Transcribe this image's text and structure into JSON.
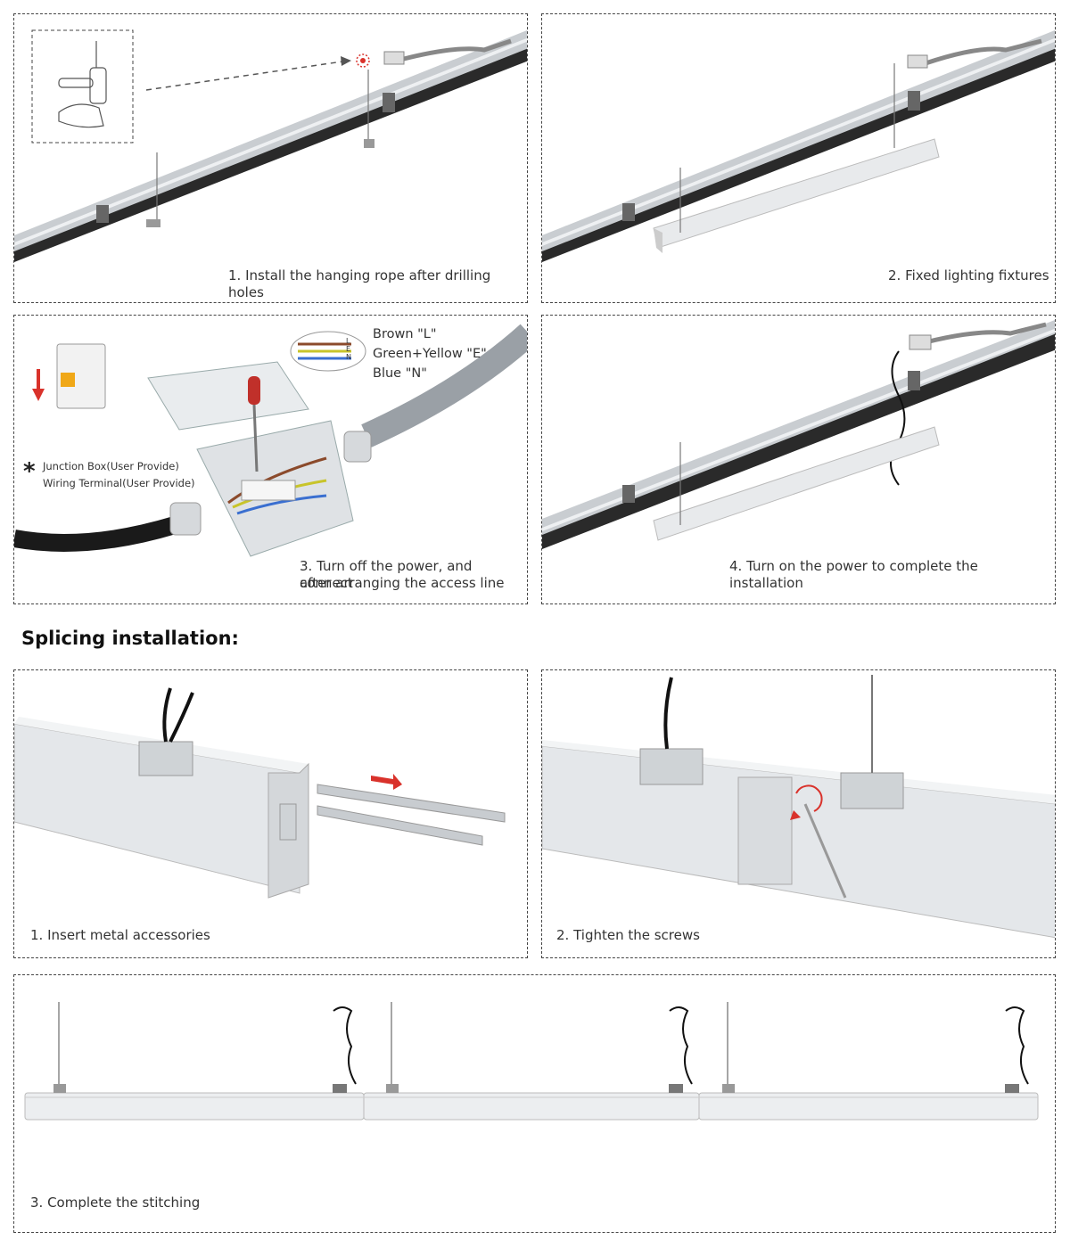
{
  "standard_install": {
    "step1_caption": "1. Install the hanging rope after drilling holes",
    "step2_caption": "2. Fixed lighting fixtures",
    "step3_caption_line1": "3. Turn off the power, and connect",
    "step3_caption_line2": "after arranging the access line",
    "step4_caption": "4. Turn on the power to complete the installation",
    "wiring": {
      "brown": "Brown \"L\"",
      "green_yellow": "Green+Yellow \"E\"",
      "blue": "Blue \"N\"",
      "terminal_letters": [
        "L",
        "E",
        "N"
      ]
    },
    "notes": {
      "asterisk": "*",
      "junction_box": "Junction Box(User Provide)",
      "wiring_terminal": "Wiring Terminal(User Provide)"
    }
  },
  "splicing": {
    "heading": "Splicing installation:",
    "step1_caption": "1. Insert metal accessories",
    "step2_caption": "2. Tighten the screws",
    "step3_caption": "3. Complete the stitching"
  },
  "colors": {
    "rail_silver": "#c9cdd1",
    "rail_dark": "#2a2a2a",
    "arrow_red": "#d9322b",
    "wire_brown": "#8b4a2b",
    "wire_green_yellow": "#c8c42a",
    "wire_blue": "#3a6fd0",
    "dashed_border": "#444444"
  }
}
